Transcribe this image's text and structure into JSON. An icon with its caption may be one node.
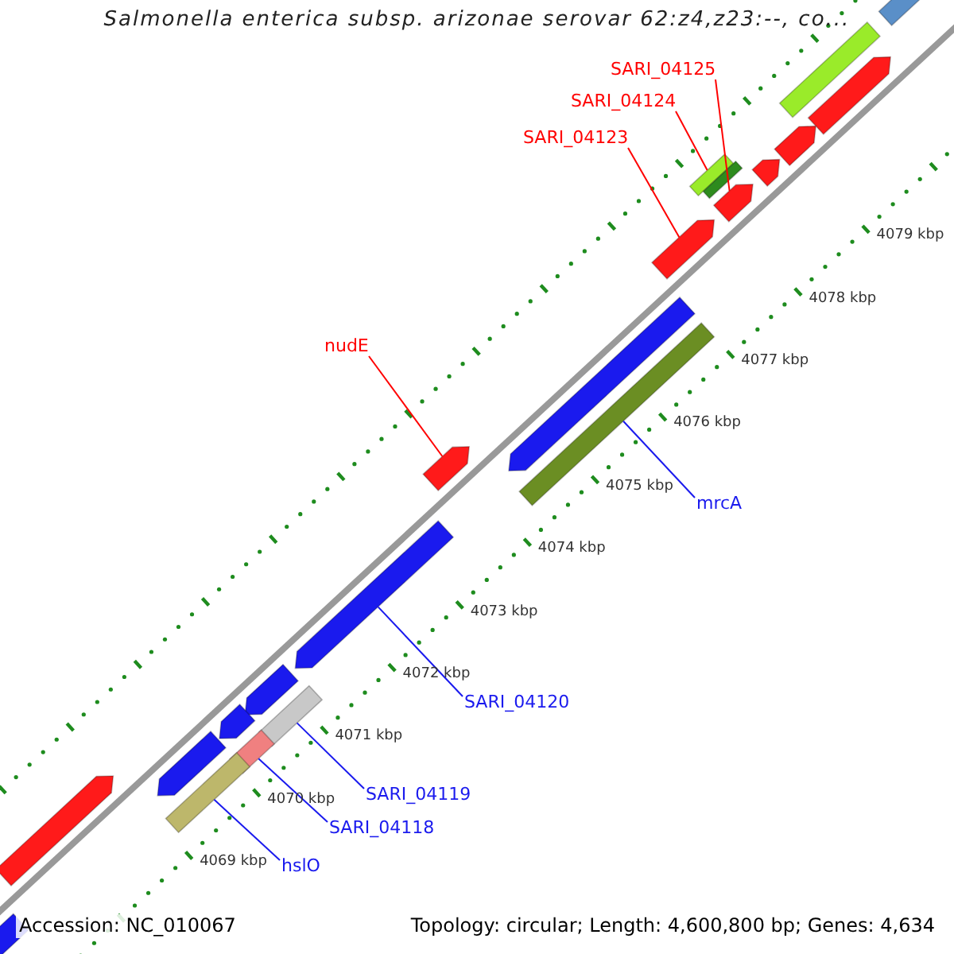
{
  "diagram": {
    "title": "Salmonella enterica subsp. arizonae serovar 62:z4,z23:--, co...",
    "nodes": [
      {
        "text": [
          "SARI_04125"
        ]
      },
      {
        "text": [
          "SARI_04124"
        ]
      },
      {
        "text": [
          "SARI_04123"
        ]
      },
      {
        "text": [
          "nudE"
        ]
      },
      {
        "text": [
          "mrcA"
        ]
      },
      {
        "text": [
          "SARI_04120"
        ]
      },
      {
        "text": [
          "SARI_04119"
        ]
      },
      {
        "text": [
          "SARI_04118"
        ]
      },
      {
        "text": [
          "hslO"
        ]
      },
      {
        "text": [],
        "shape": "bar"
      },
      {
        "text": [],
        "shape": "bar"
      },
      {
        "text": [],
        "shape": "bar"
      },
      {
        "text": [],
        "shape": "bar"
      },
      {
        "text": [],
        "shape": "bar"
      },
      {
        "text": [],
        "shape": "bar"
      },
      {
        "text": [],
        "shape": "bar"
      },
      {
        "text": [],
        "shape": "bar"
      },
      {
        "text": [],
        "shape": "bar"
      },
      {
        "text": [],
        "shape": "bar"
      },
      {
        "text": [],
        "shape": "bar"
      },
      {
        "text": [],
        "shape": "bar"
      },
      {
        "text": [],
        "shape": "bar"
      },
      {
        "text": [],
        "shape": "bar"
      },
      {
        "text": [],
        "shape": "bar"
      },
      {
        "text": [],
        "shape": "bar"
      },
      {
        "text": [],
        "shape": "bar"
      },
      {
        "text": [],
        "shape": "bar"
      },
      {
        "text": [],
        "shape": "bar"
      },
      {
        "text": [],
        "shape": "bar"
      },
      {
        "text": [],
        "shape": "bar"
      }
    ],
    "edges": [
      {
        "from": 0,
        "to": 14,
        "arrow": "none",
        "color": "#ff0000"
      },
      {
        "from": 1,
        "to": 15,
        "arrow": "none",
        "color": "#ff0000"
      },
      {
        "from": 2,
        "to": 17,
        "arrow": "none",
        "color": "#ff0000"
      },
      {
        "from": 3,
        "to": 20,
        "arrow": "none",
        "color": "#ff0000"
      },
      {
        "from": 4,
        "to": 19,
        "arrow": "none"
      },
      {
        "from": 5,
        "to": 21,
        "arrow": "none"
      },
      {
        "from": 6,
        "to": 22,
        "arrow": "none"
      },
      {
        "from": 7,
        "to": 25,
        "arrow": "none"
      },
      {
        "from": 8,
        "to": 27,
        "arrow": "none"
      }
    ],
    "labels": [
      "4079 kbp",
      "4078 kbp",
      "4077 kbp",
      "4076 kbp",
      "4075 kbp",
      "4074 kbp",
      "4073 kbp",
      "4072 kbp",
      "4071 kbp",
      "4070 kbp",
      "4069 kbp",
      "Accession: NC_010067",
      "Topology: circular; Length: 4,600,800 bp; Genes: 4,634"
    ]
  }
}
